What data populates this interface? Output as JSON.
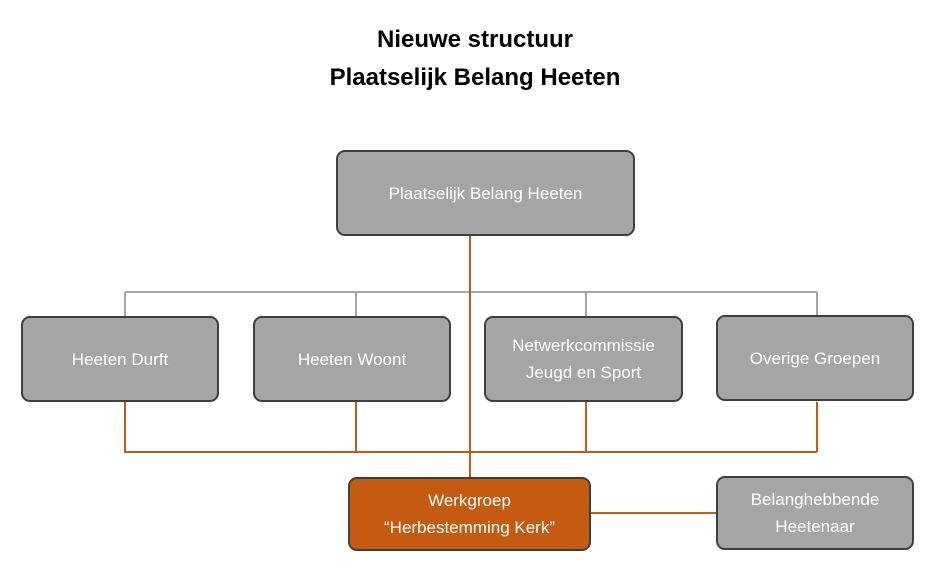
{
  "title_line1": "Nieuwe structuur",
  "title_line2": "Plaatselijk Belang Heeten",
  "nodes": {
    "root": "Plaatselijk Belang Heeten",
    "heeten_durft": "Heeten Durft",
    "heeten_woont": "Heeten Woont",
    "netwerk": {
      "line1": "Netwerkcommissie",
      "line2": "Jeugd en Sport"
    },
    "overige": "Overige Groepen",
    "werkgroep": {
      "line1": "Werkgroep",
      "line2": "“Herbestemming Kerk”"
    },
    "belanghebbende": {
      "line1": "Belanghebbende",
      "line2": "Heetenaar"
    }
  },
  "colors": {
    "box_fill": "#a5a5a5",
    "box_border": "#3f3f3f",
    "highlight_fill": "#c55a11",
    "gray_line": "#a5a5a5",
    "orange_line": "#c55a11"
  }
}
